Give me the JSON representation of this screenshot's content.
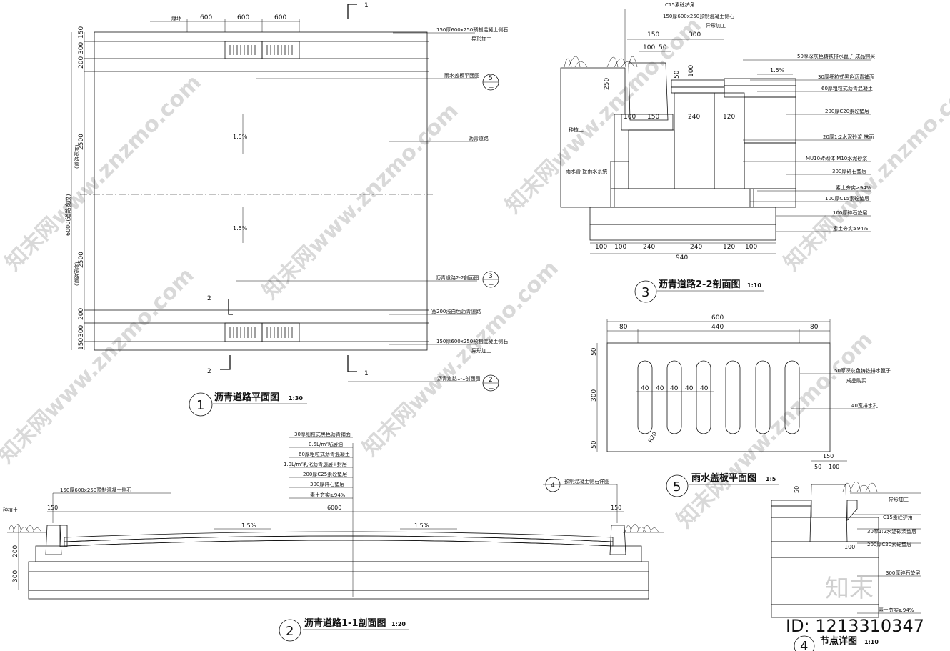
{
  "watermark": {
    "text": "知末网www.znzmo.com",
    "logo": "知末",
    "id": "ID: 1213310347"
  },
  "plan": {
    "title": "沥青道路平面图",
    "scale": "1:30",
    "num": "1",
    "dim_top": [
      "600",
      "600",
      "600"
    ],
    "dim_top_small": "爆环",
    "dim_left": [
      "150",
      "300",
      "200",
      "2500",
      "2500",
      "200",
      "300",
      "150"
    ],
    "dim_left_notes": [
      "(道路宽度)",
      "(道路宽度)",
      "6000(道路宽度)"
    ],
    "slope_top": "1.5%",
    "slope_bottom": "1.5%",
    "labels": [
      "150厚600x250预制混凝土侧石",
      "异形加工",
      "雨水盖板平面图",
      "沥青道路",
      "沥青道路2-2剖面图",
      "宽200浅白色沥青道路",
      "150厚600x250预制混凝土侧石",
      "异形加工",
      "沥青道路1-1剖面图"
    ],
    "refs": [
      {
        "num": "5",
        "sub": "—"
      },
      {
        "num": "3",
        "sub": "—"
      },
      {
        "num": "2",
        "sub": "—"
      }
    ],
    "cut_marks": [
      "1",
      "1",
      "2",
      "2"
    ]
  },
  "section22": {
    "title": "沥青道路2-2剖面图",
    "scale": "1:10",
    "num": "3",
    "dims_top": [
      "150",
      "300",
      "100",
      "50",
      "50",
      "100"
    ],
    "dims_inner": [
      "100",
      "150",
      "240",
      "120",
      "250"
    ],
    "dims_bottom": [
      "100",
      "100",
      "240",
      "240",
      "120",
      "100"
    ],
    "total": "940",
    "slope": "1.5%",
    "left_labels": [
      "种植土",
      "雨水管  接雨水系统"
    ],
    "top_labels": [
      "C15素砼护角",
      "150厚600x250预制混凝土侧石",
      "异形加工"
    ],
    "right_labels": [
      "50厚深灰色铸铁排水篦子  成品购买",
      "30厚细粒式黑色沥青铺面",
      "60厚粗粒式沥青混凝土",
      "200厚C20素砼垫层",
      "20厚1:2水泥砂浆  抹面",
      "MU10砖砌体 M10水泥砂浆",
      "300厚碎石垫层",
      "素土夯实≥94%",
      "100厚C15素砼垫层",
      "100厚碎石垫层",
      "素土夯实≥94%"
    ]
  },
  "cover": {
    "title": "雨水盖板平面图",
    "scale": "1:5",
    "num": "5",
    "dim_total": "600",
    "dims": [
      "80",
      "440",
      "80"
    ],
    "dims_left": [
      "50",
      "300",
      "50"
    ],
    "dims_slot": [
      "40",
      "40",
      "40",
      "40",
      "40"
    ],
    "radius": "R20",
    "labels": [
      "50厚深灰色铸铁排水篦子",
      "成品购买",
      "40宽排水孔"
    ]
  },
  "section11": {
    "title": "沥青道路1-1剖面图",
    "scale": "1:20",
    "num": "2",
    "layers": [
      "30厚细粒式黑色沥青铺面",
      "0.5L/m²粘层油",
      "60厚粗粒式沥青混凝土",
      "1.0L/m²乳化沥青透层+封层",
      "200厚C25素砼垫层",
      "300厚碎石垫层",
      "素土夯实≥94%"
    ],
    "curb_label": "150厚600x250预制混凝土侧石",
    "detail_ref": "预制混凝土侧石详图",
    "detail_ref_num": "4",
    "width": "6000",
    "slope_l": "1.5%",
    "slope_r": "1.5%",
    "dims_left": [
      "150",
      "200",
      "300"
    ],
    "dim_right": "150",
    "left_label": "种植土"
  },
  "detail": {
    "title": "节点详图",
    "scale": "1:10",
    "num": "4",
    "dims_top": [
      "150",
      "50",
      "100"
    ],
    "dim_left": "50",
    "dim_low": "100",
    "labels": [
      "异形加工",
      "C15素砼护角",
      "30厚1:2水泥砂浆垫层",
      "200厚C20素砼垫层",
      "300厚碎石垫层",
      "素土夯实≥94%"
    ]
  },
  "colors": {
    "ink": "#111111",
    "paper": "#ffffff",
    "watermark": "#d6d6d6"
  }
}
